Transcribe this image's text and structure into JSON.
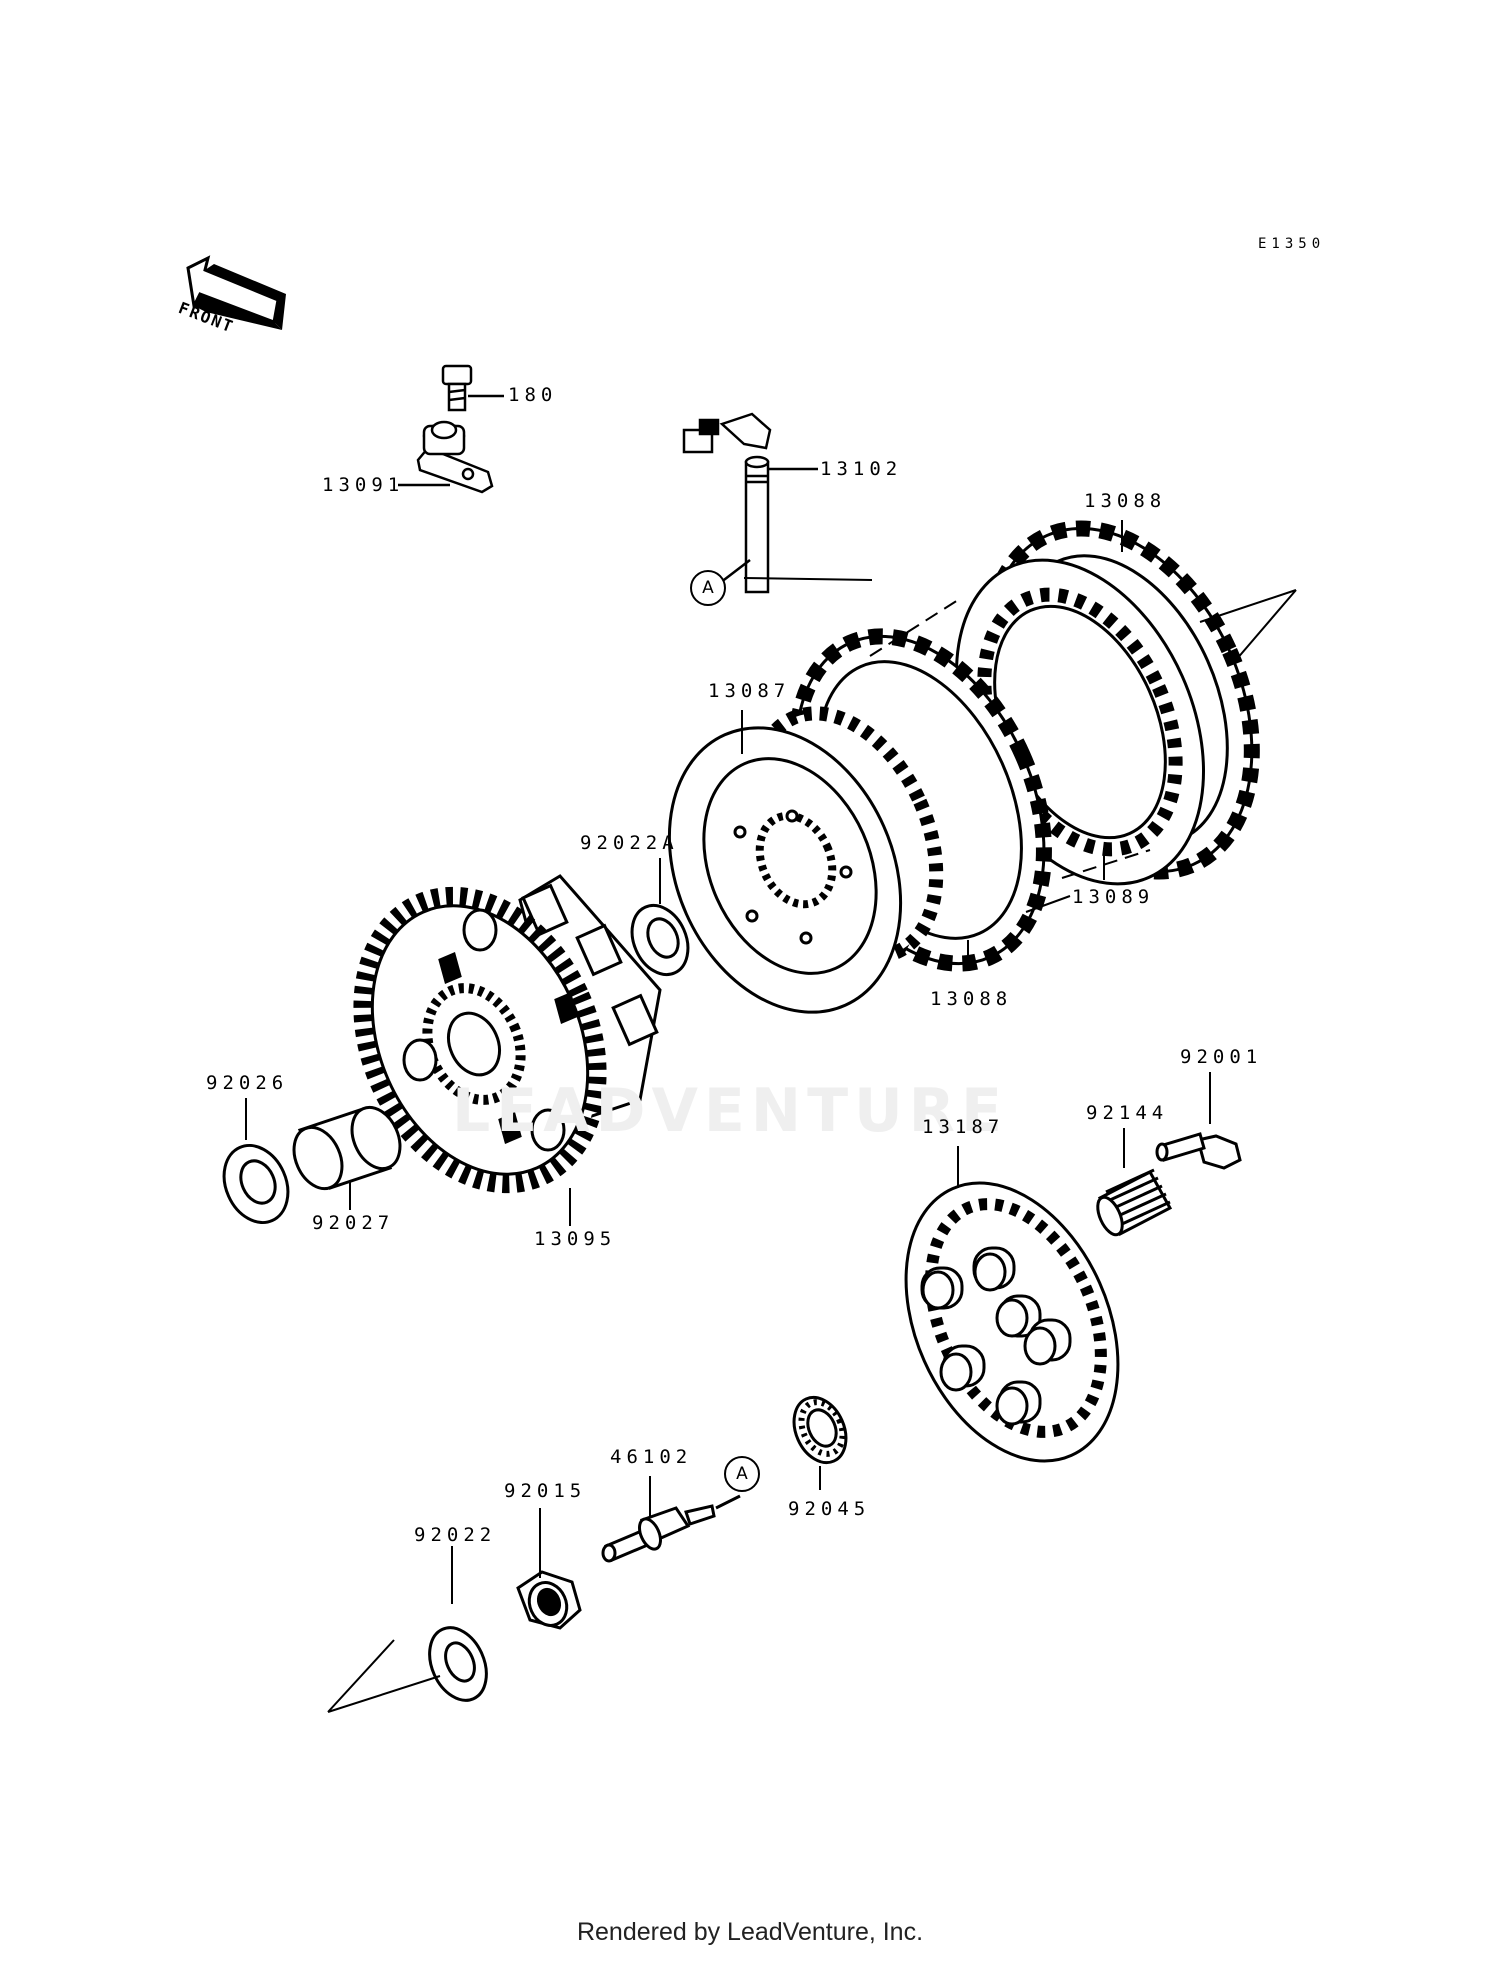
{
  "diagram_code": "E1350",
  "front_label": "FRONT",
  "watermark": "LEADVENTURE",
  "footer": "Rendered by LeadVenture, Inc.",
  "ref_marker": "A",
  "parts": [
    {
      "id": "p180",
      "number": "180"
    },
    {
      "id": "p13091",
      "number": "13091"
    },
    {
      "id": "p13102",
      "number": "13102"
    },
    {
      "id": "p13088a",
      "number": "13088"
    },
    {
      "id": "p13087",
      "number": "13087"
    },
    {
      "id": "p92022A",
      "number": "92022A"
    },
    {
      "id": "p13089",
      "number": "13089"
    },
    {
      "id": "p13088b",
      "number": "13088"
    },
    {
      "id": "p92001",
      "number": "92001"
    },
    {
      "id": "p92026",
      "number": "92026"
    },
    {
      "id": "p92144",
      "number": "92144"
    },
    {
      "id": "p13187",
      "number": "13187"
    },
    {
      "id": "p92027",
      "number": "92027"
    },
    {
      "id": "p13095",
      "number": "13095"
    },
    {
      "id": "p46102",
      "number": "46102"
    },
    {
      "id": "p92015",
      "number": "92015"
    },
    {
      "id": "p92045",
      "number": "92045"
    },
    {
      "id": "p92022",
      "number": "92022"
    }
  ]
}
